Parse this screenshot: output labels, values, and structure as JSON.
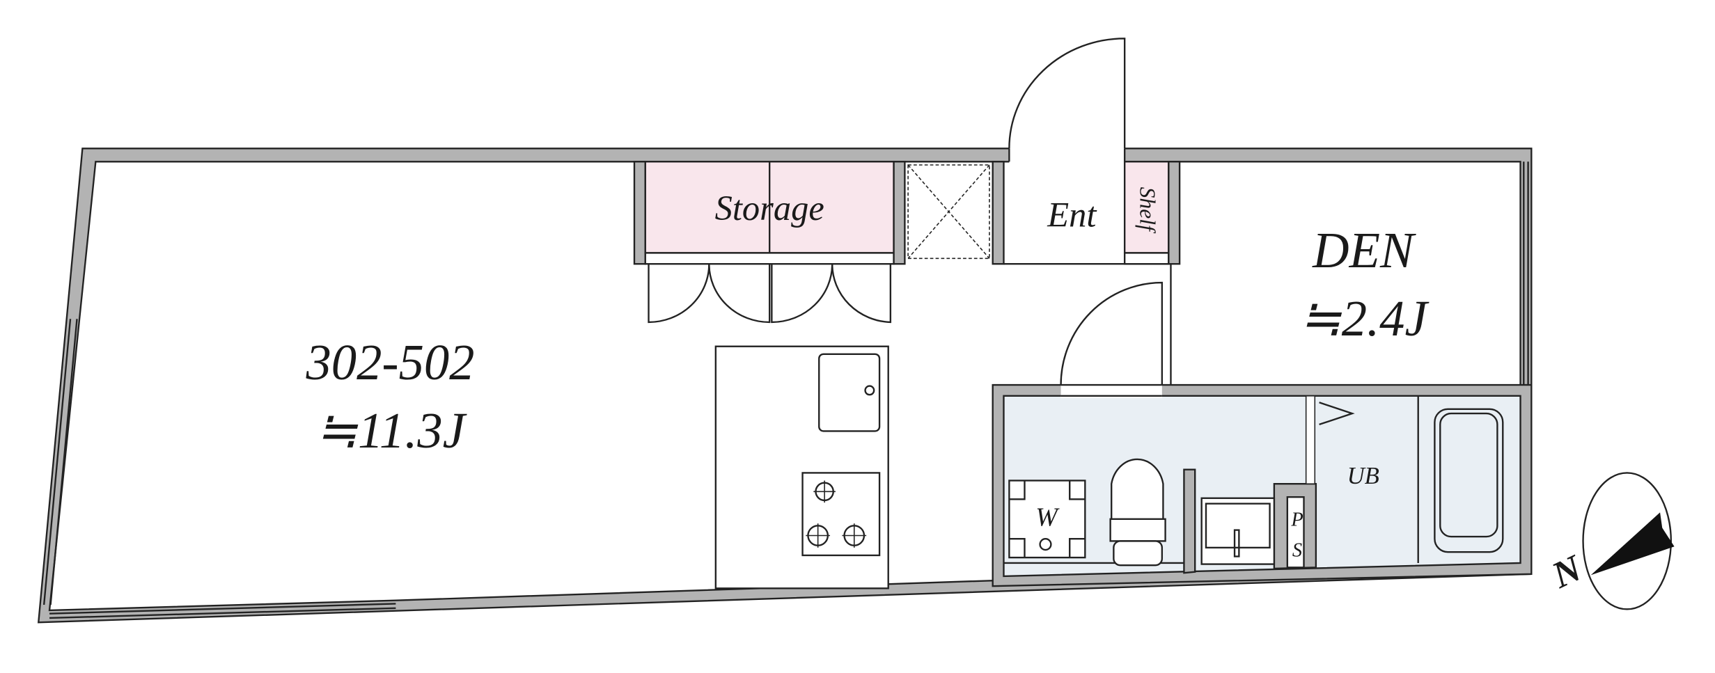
{
  "rooms": {
    "main": {
      "name": "302-502",
      "area": "≒11.3J"
    },
    "den": {
      "name": "DEN",
      "area": "≒2.4J"
    },
    "storage": "Storage",
    "entrance": "Ent",
    "shelf": "Shelf",
    "bath": "UB",
    "washer": "W",
    "pipe_space_p": "P",
    "pipe_space_s": "S"
  },
  "compass": {
    "label": "N"
  },
  "colors": {
    "wall": "#b3b3b3",
    "storage": "#f9e6ec",
    "wet_area": "#e9eff4"
  }
}
